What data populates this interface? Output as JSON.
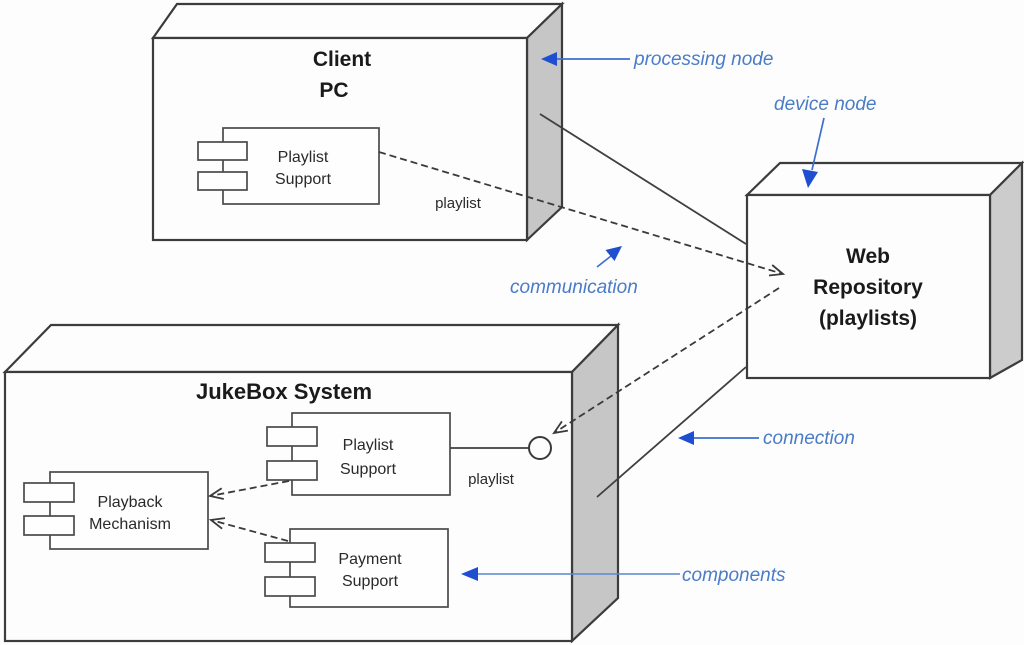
{
  "diagram_type": "uml-deployment-diagram",
  "nodes": {
    "client_pc": {
      "title": [
        "Client",
        "PC"
      ],
      "component": {
        "label": [
          "Playlist",
          "Support"
        ]
      },
      "dependency_label": "playlist"
    },
    "web_repository": {
      "title": [
        "Web",
        "Repository",
        "(playlists)"
      ]
    },
    "jukebox": {
      "title": "JukeBox System",
      "components": {
        "playback_mechanism": {
          "label": [
            "Playback",
            "Mechanism"
          ]
        },
        "playlist_support": {
          "label": [
            "Playlist",
            "Support"
          ]
        },
        "payment_support": {
          "label": [
            "Payment",
            "Support"
          ]
        }
      },
      "interface_label": "playlist"
    }
  },
  "annotations": {
    "processing_node": "processing node",
    "device_node": "device node",
    "communication": "communication",
    "connection": "connection",
    "components": "components"
  },
  "colors": {
    "annotation_text": "#4a7cc8",
    "annotation_arrow": "#1d4fd0",
    "annotation_line": "#3c6fd0",
    "node_front_fill": "#fdfdfd",
    "node_side_fill": "#c6c6c6",
    "diagram_line": "#3a3a3a",
    "background": "#fdfdfd"
  }
}
